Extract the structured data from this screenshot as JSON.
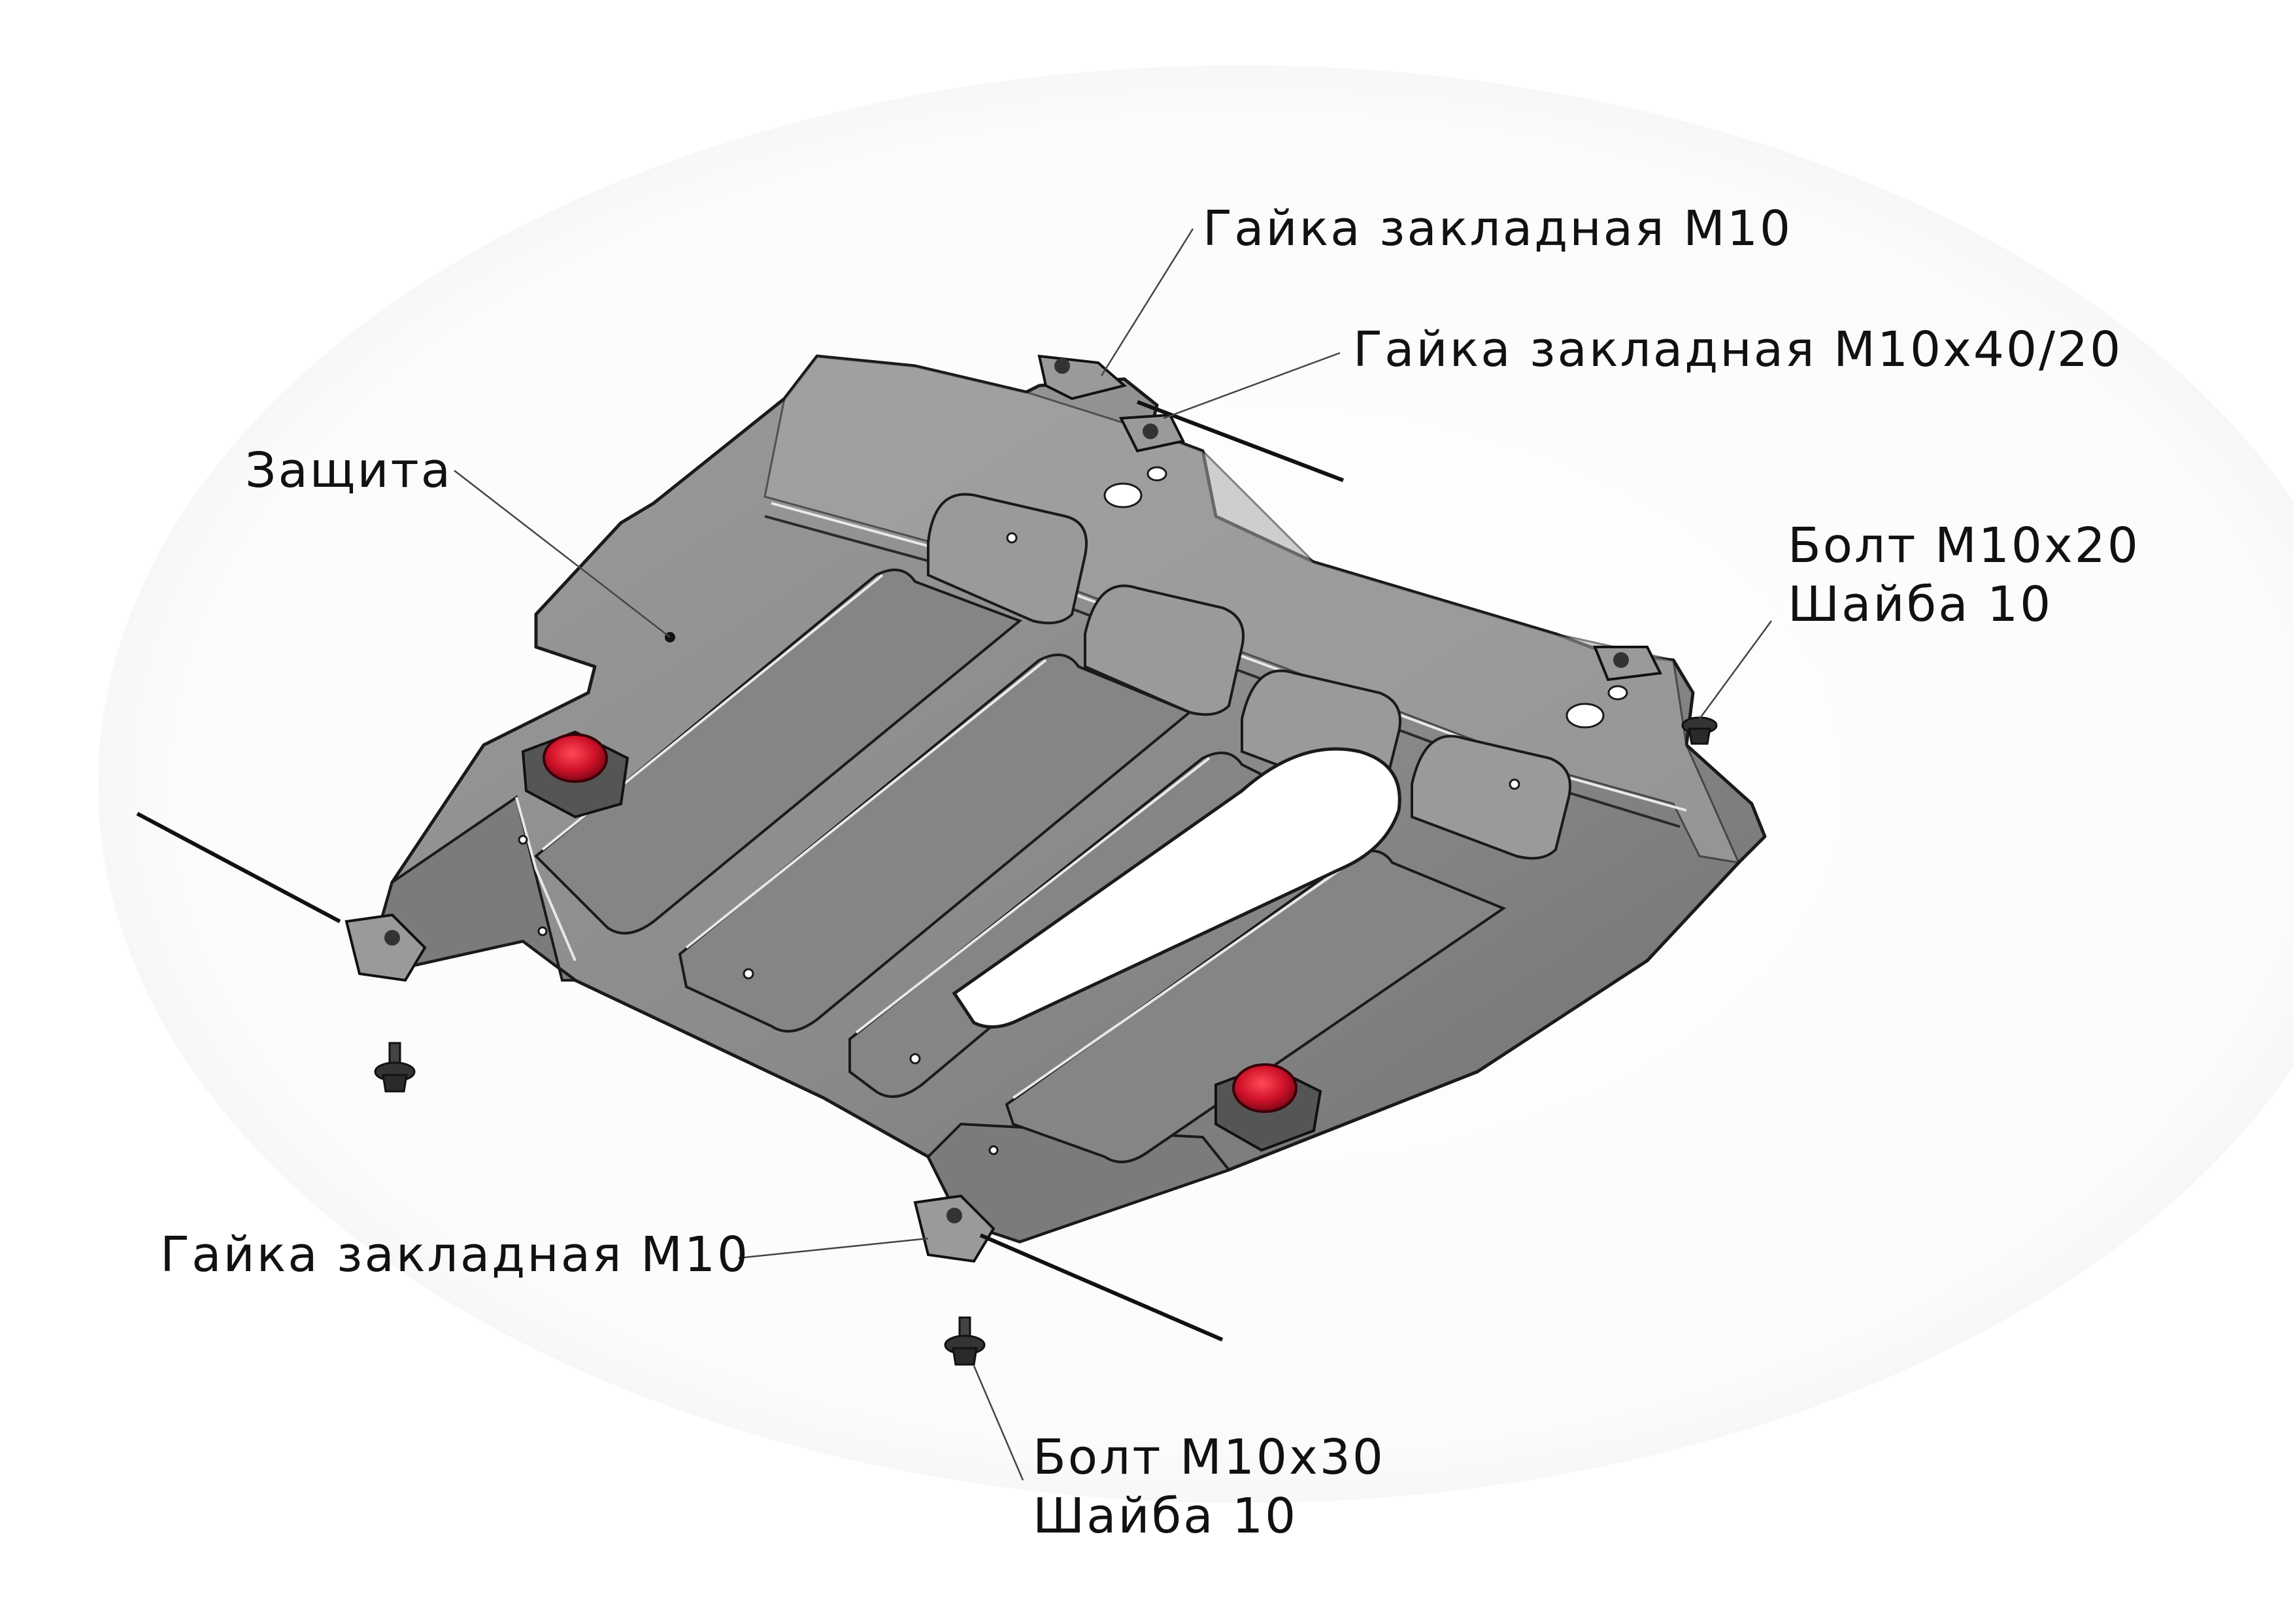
{
  "labels": {
    "guard": "Защита",
    "nut_m10_top": "Гайка закладная М10",
    "nut_m10x40": "Гайка закладная М10х40/20",
    "bolt_m10x20": "Болт М10х20",
    "washer_right": "Шайба 10",
    "nut_m10_bottom": "Гайка закладная М10",
    "bolt_m10x30": "Болт М10х30",
    "washer_bottom": "Шайба 10"
  },
  "colors": {
    "plate": "#8f8f8f",
    "plate_light": "#a7a7a7",
    "plate_dark": "#6e6e6e",
    "outline": "#1a1a1a",
    "plug_red": "#c8102e",
    "hardware": "#3a3a3a"
  }
}
